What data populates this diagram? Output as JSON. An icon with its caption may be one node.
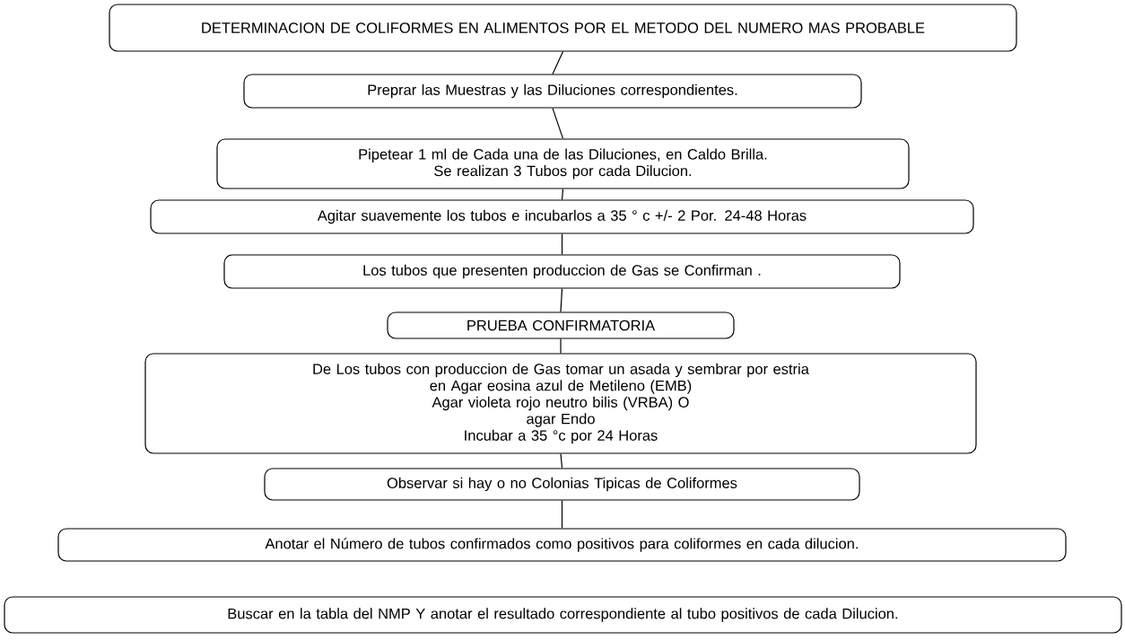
{
  "diagram": {
    "nodes": [
      {
        "text": [
          "DETERMINACION DE COLIFORMES EN ALIMENTOS POR EL METODO DEL NUMERO MAS PROBABLE"
        ]
      },
      {
        "text": [
          "Preprar las Muestras y las Diluciones correspondientes."
        ]
      },
      {
        "text": [
          "Pipetear 1 ml de Cada una de las Diluciones, en Caldo Brilla.",
          "Se realizan 3 Tubos por cada Dilucion."
        ]
      },
      {
        "text": [
          "Agitar suavemente los tubos e incubarlos a 35 ° c +/- 2  Por. 24-48 Horas"
        ]
      },
      {
        "text": [
          "Los tubos que presenten produccion de Gas se Confirman ."
        ]
      },
      {
        "text": [
          "PRUEBA CONFIRMATORIA"
        ]
      },
      {
        "text": [
          "De Los tubos con produccion de Gas tomar un asada y sembrar por estria",
          "en Agar eosina azul de Metileno (EMB)",
          "Agar violeta rojo neutro bilis (VRBA) O",
          "agar Endo",
          "Incubar a 35 °c por 24 Horas"
        ]
      },
      {
        "text": [
          "Observar si hay o no Colonias Tipicas de Coliformes"
        ]
      },
      {
        "text": [
          "Anotar el Número de tubos confirmados como positivos para coliformes en cada dilucion."
        ]
      },
      {
        "text": [
          "Buscar en la tabla del NMP Y anotar el resultado correspondiente al tubo positivos de cada Dilucion."
        ]
      }
    ],
    "edges": [
      {
        "from": 0,
        "to": 1,
        "arrow": "none"
      },
      {
        "from": 1,
        "to": 2,
        "arrow": "none"
      },
      {
        "from": 2,
        "to": 3,
        "arrow": "none"
      },
      {
        "from": 3,
        "to": 4,
        "arrow": "none"
      },
      {
        "from": 4,
        "to": 5,
        "arrow": "none"
      },
      {
        "from": 5,
        "to": 6,
        "arrow": "none"
      },
      {
        "from": 6,
        "to": 7,
        "arrow": "none"
      },
      {
        "from": 7,
        "to": 8,
        "arrow": "none"
      }
    ]
  }
}
